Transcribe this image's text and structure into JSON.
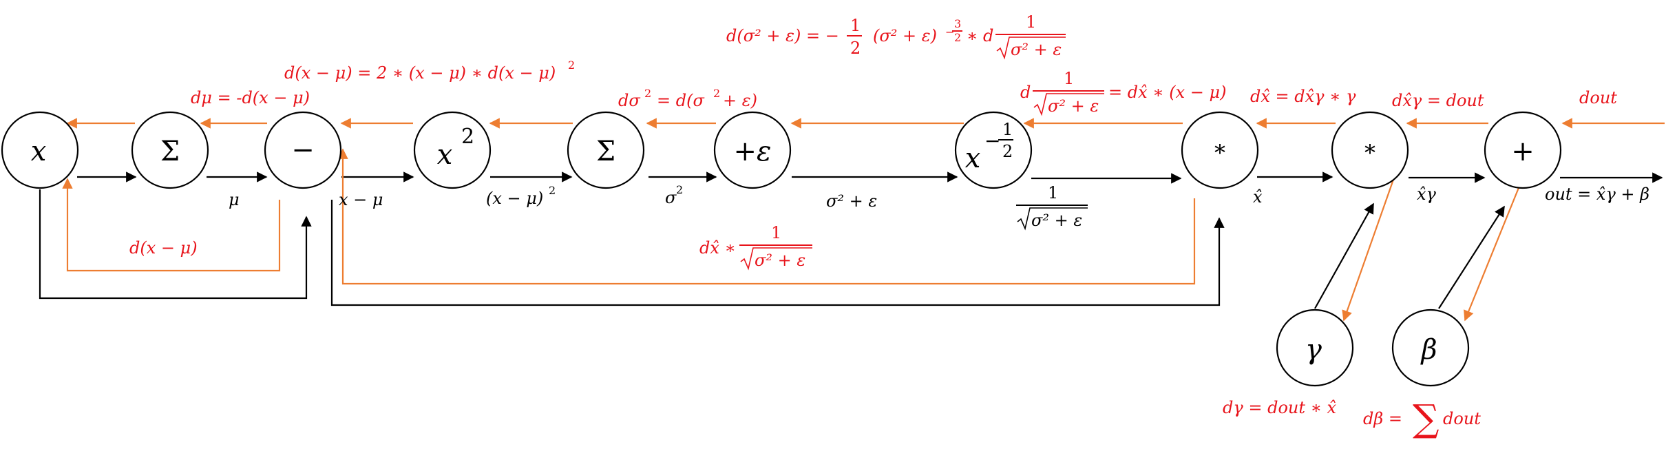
{
  "colors": {
    "forward": "#000000",
    "backward": "#ed7d31",
    "gradient_text": "#e8141b"
  },
  "nodes": {
    "x": "x",
    "sum1": "Σ",
    "minus": "−",
    "square": "x",
    "square_exp": "2",
    "sum2": "Σ",
    "plus_eps": "+ε",
    "pow_half": "x",
    "pow_half_num": "1",
    "pow_half_den": "2",
    "mul1": "*",
    "mul2": "*",
    "plus": "+",
    "gamma": "γ",
    "beta": "β"
  },
  "forward_labels": {
    "mu": "μ",
    "x_minus_mu": "x − μ",
    "x_minus_mu_sq": "(x − μ)",
    "x_minus_mu_sq_exp": "2",
    "sigma_sq": "σ",
    "sigma_sq_exp": "2",
    "sigma_sq_eps": "σ² + ε",
    "inv_sqrt_num": "1",
    "inv_sqrt_den": "σ² + ε",
    "x_hat": "x̂",
    "x_hat_gamma": "x̂γ",
    "out": "out = x̂γ + β"
  },
  "gradient_labels": {
    "dout": "dout",
    "d_xhat_gamma": "dx̂γ = dout",
    "d_xhat": "dx̂ = dx̂γ ∗ γ",
    "d_inv_sqrt_prefix": "d",
    "d_inv_sqrt_num": "1",
    "d_inv_sqrt_den": "σ² + ε",
    "d_inv_sqrt_rhs": "= dx̂ ∗ (x − μ)",
    "d_sigma_eps_lhs": "d(σ² + ε) = −",
    "d_sigma_eps_half_num": "1",
    "d_sigma_eps_half_den": "2",
    "d_sigma_eps_base": "(σ² + ε)",
    "d_sigma_eps_exp_minus": "−",
    "d_sigma_eps_exp_num": "3",
    "d_sigma_eps_exp_den": "2",
    "d_sigma_eps_mul": "∗ d",
    "d_sigma_eps_num": "1",
    "d_sigma_eps_den": "σ² + ε",
    "d_sigma_sq": "dσ",
    "d_sigma_sq_exp": "2",
    "d_sigma_sq_rhs": "= d(σ",
    "d_sigma_sq_rhs_exp": "2",
    "d_sigma_sq_rhs_end": "+ ε)",
    "d_x_minus_mu_sq": "d(x − μ) = 2 ∗ (x − μ) ∗ d(x − μ)",
    "d_x_minus_mu_sq_exp": "2",
    "d_mu": "dμ = -d(x − μ)",
    "d_x_minus_mu": "d(x − μ)",
    "d_xhat_inv_prefix": "dx̂ ∗",
    "d_xhat_inv_num": "1",
    "d_xhat_inv_den": "σ² + ε",
    "d_gamma": "dγ = dout ∗ x̂",
    "d_beta_lhs": "dβ =",
    "d_beta_sum": "∑",
    "d_beta_rhs": "dout"
  }
}
